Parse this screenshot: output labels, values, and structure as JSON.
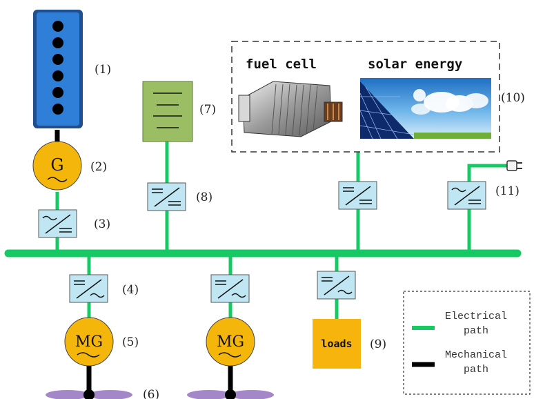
{
  "labels": {
    "engine": "(1)",
    "generator": "(2)",
    "rectifier": "(3)",
    "inverter": "(4)",
    "motor_generator": "(5)",
    "propeller": "(6)",
    "battery": "(7)",
    "dcdc": "(8)",
    "loads": "(9)",
    "renewables": "(10)",
    "shore_power": "(11)"
  },
  "generator_letter": "G",
  "motor_generator_text": "MG",
  "loads_text": "loads",
  "fuel_cell_title": "fuel cell",
  "solar_title": "solar energy",
  "legend": {
    "electrical": "Electrical path",
    "mechanical": "Mechanical path"
  },
  "colors": {
    "electrical_path": "#17c964",
    "mechanical_path": "#000000",
    "converter_fill": "#bfe6f2",
    "generator_fill": "#f5b60c",
    "loads_fill": "#f6b40d",
    "battery_fill": "#9bbd63",
    "engine_fill": "#2f7ed8",
    "propeller_fill": "#a487c9"
  }
}
